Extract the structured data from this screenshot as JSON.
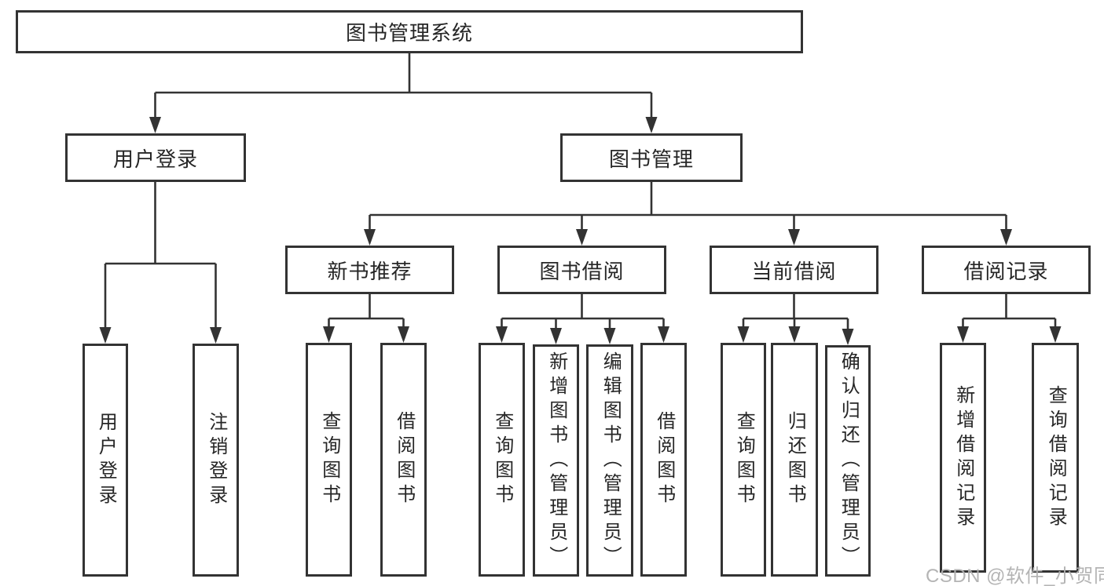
{
  "diagram": {
    "title": "图书管理系统",
    "nodes": {
      "root": "图书管理系统",
      "user_login": "用户登录",
      "book_management": "图书管理",
      "user_login_children": [
        "用户登录",
        "注销登录"
      ],
      "book_management_children": [
        "新书推荐",
        "图书借阅",
        "当前借阅",
        "借阅记录"
      ],
      "new_book_children": [
        "查询图书",
        "借阅图书"
      ],
      "book_borrow_children": [
        "查询图书",
        "新增图书（管理员）",
        "编辑图书（管理员）",
        "借阅图书"
      ],
      "current_borrow_children": [
        "查询图书",
        "归还图书",
        "确认归还（管理员）"
      ],
      "borrow_record_children": [
        "新增借阅记录",
        "查询借阅记录"
      ]
    },
    "colors": {
      "line": "#333333",
      "text": "#262626",
      "background": "#ffffff",
      "watermark": "#b0b0b0"
    }
  },
  "watermark": "CSDN @软件_小贺同学"
}
